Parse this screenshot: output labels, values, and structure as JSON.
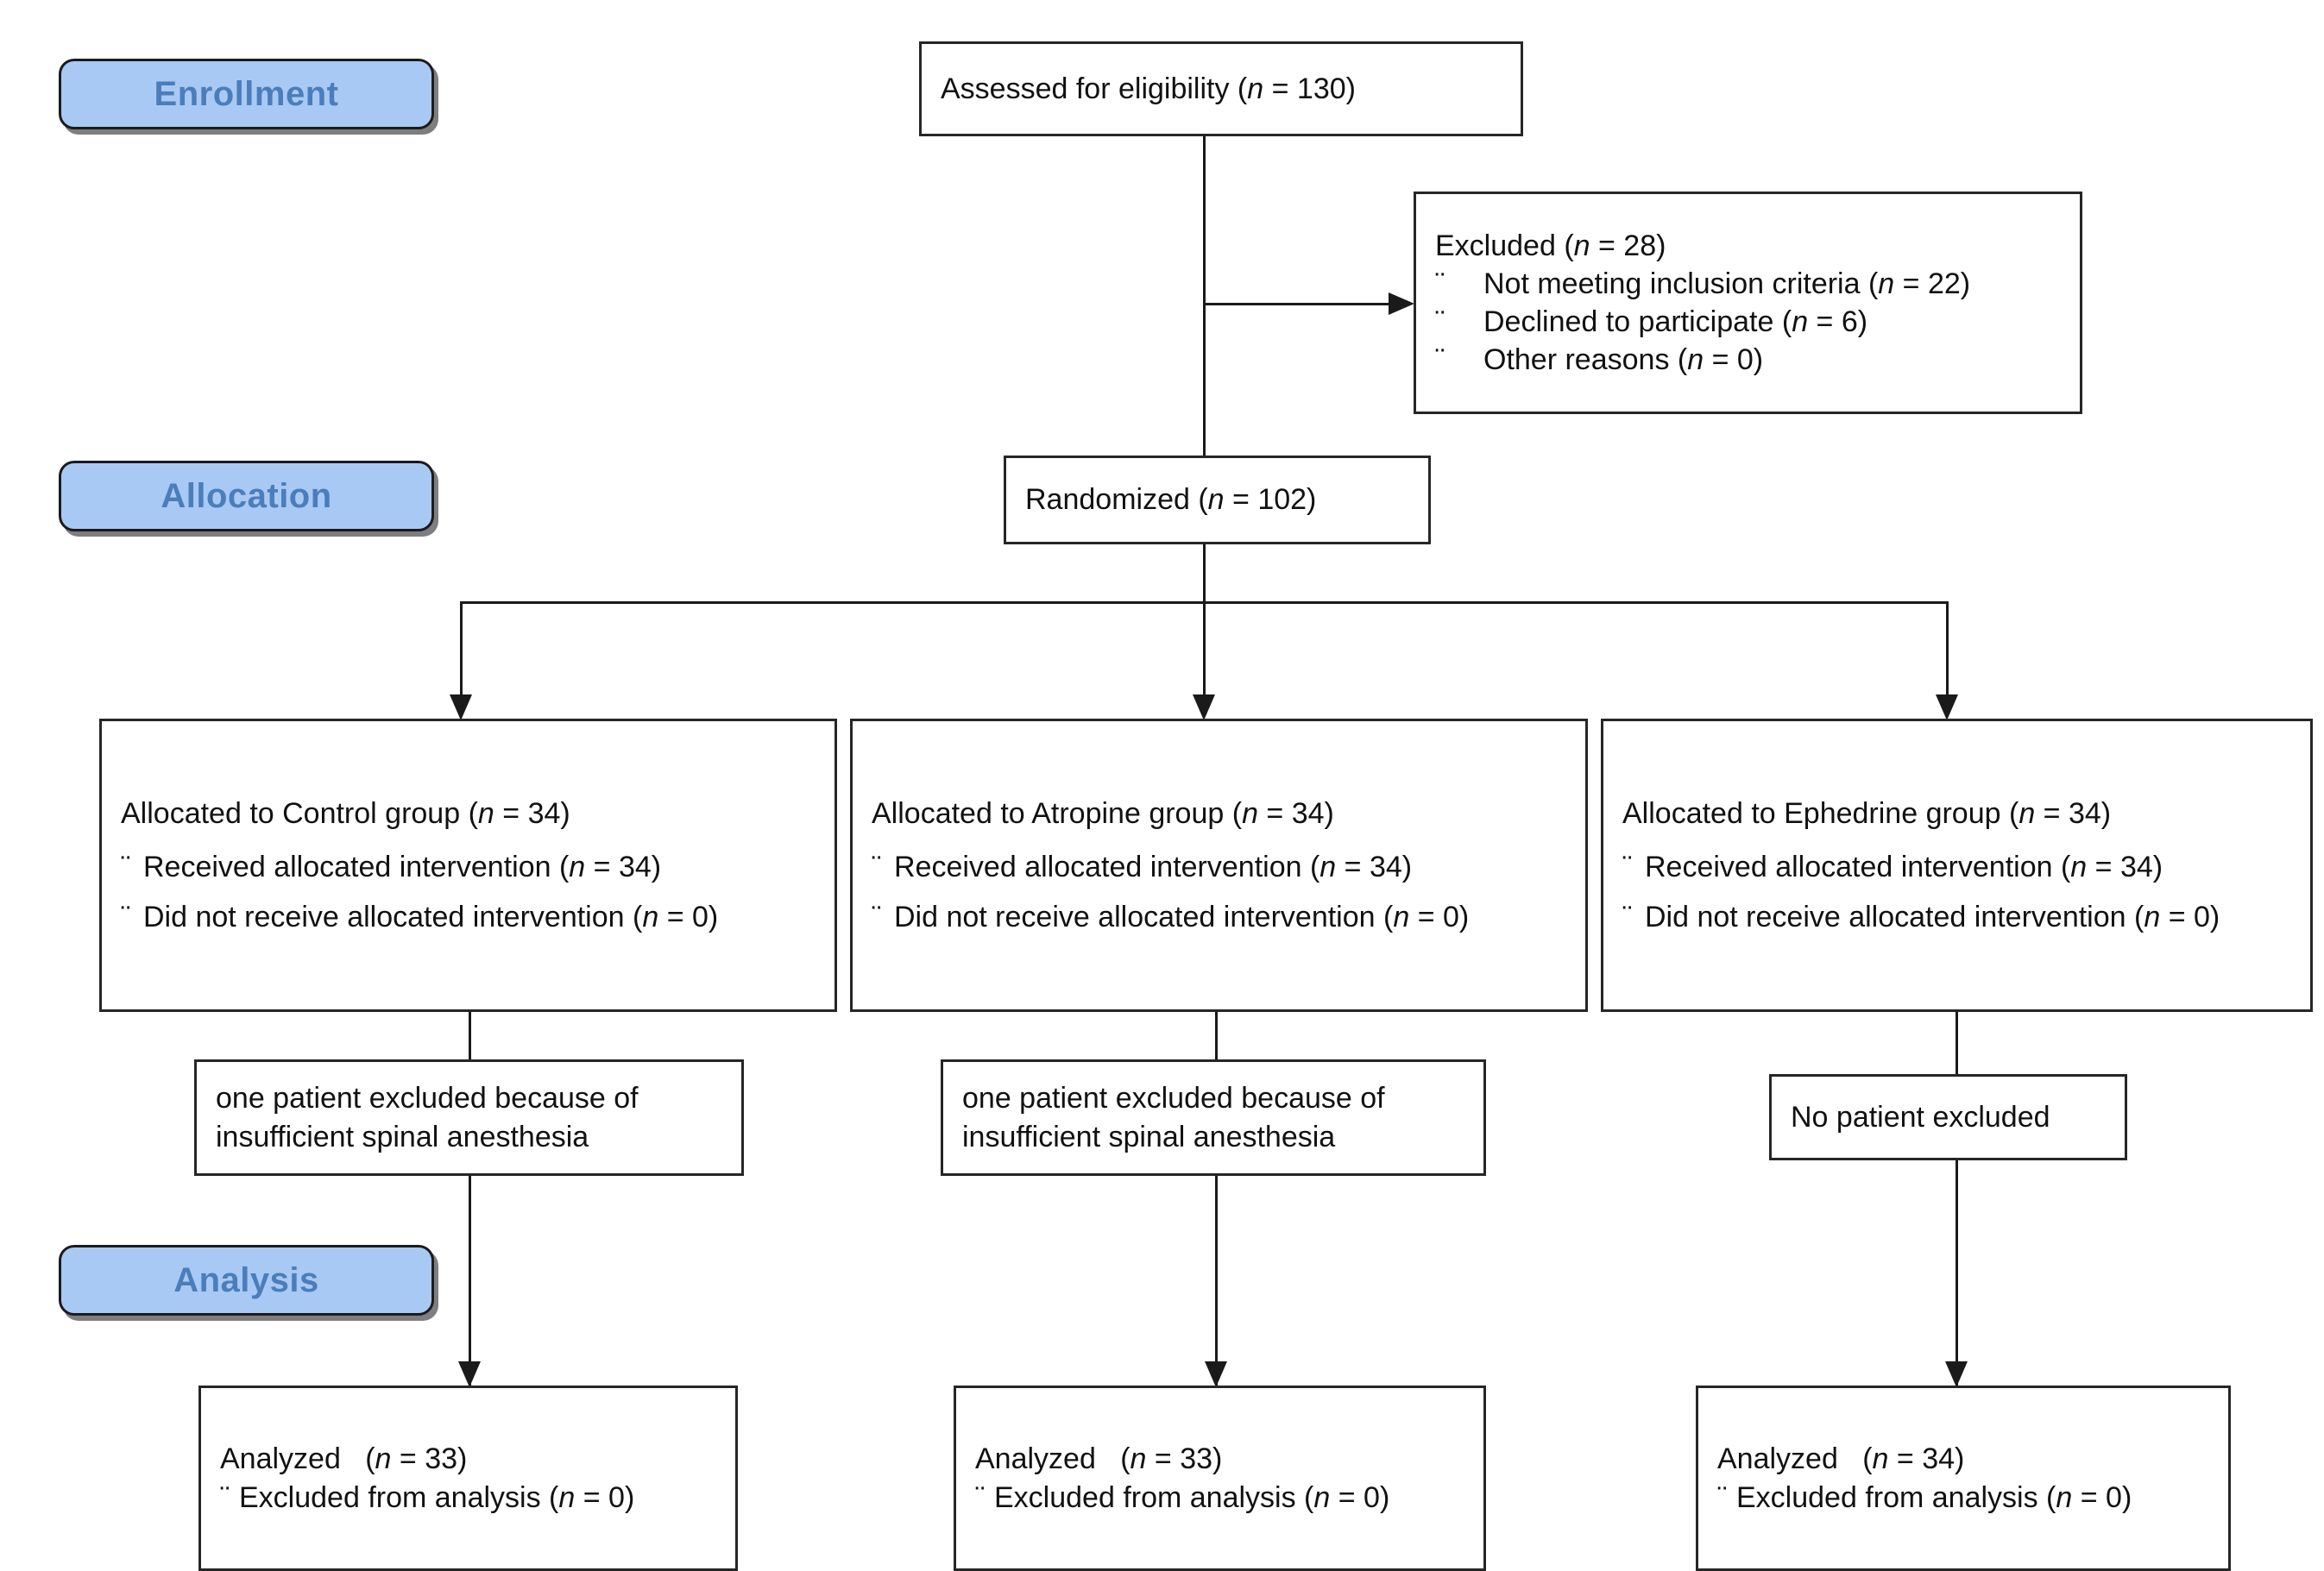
{
  "diagram": {
    "title": "CONSORT participant flow diagram",
    "accent_blue_fill": "#a9c9f5",
    "accent_blue_text": "#4a7ebb",
    "line_color": "#1a1a1a",
    "box_border": "#262626",
    "bullet_glyph": "¨"
  },
  "stages": {
    "enrollment": "Enrollment",
    "allocation": "Allocation",
    "analysis": "Analysis"
  },
  "enrollment": {
    "assessed": {
      "text_prefix": "Assessed for eligibility (",
      "n_symbol": "n",
      "text_suffix": " = 130)"
    },
    "excluded": {
      "heading_prefix": "Excluded (",
      "heading_n": "n",
      "heading_suffix": " = 28)",
      "reasons": [
        {
          "label": "Not meeting inclusion criteria (",
          "n_symbol": "n",
          "value": " = 22)"
        },
        {
          "label": "Declined to participate (",
          "n_symbol": "n",
          "value": " = 6)"
        },
        {
          "label": "Other reasons (",
          "n_symbol": "n",
          "value": " = 0)"
        }
      ]
    },
    "randomized": {
      "text_prefix": "Randomized (",
      "n_symbol": "n",
      "text_suffix": " = 102)"
    }
  },
  "allocation": {
    "groups": [
      {
        "heading_prefix": "Allocated to Control group (",
        "heading_n": "n",
        "heading_suffix": " = 34)",
        "received_prefix": "Received allocated intervention (",
        "received_n": "n",
        "received_suffix": " = 34)",
        "not_received_prefix": "Did not receive allocated intervention (",
        "not_received_n": "n",
        "not_received_suffix": " = 0)"
      },
      {
        "heading_prefix": "Allocated to Atropine group (",
        "heading_n": "n",
        "heading_suffix": " = 34)",
        "received_prefix": "Received allocated intervention (",
        "received_n": "n",
        "received_suffix": " = 34)",
        "not_received_prefix": "Did not receive allocated intervention (",
        "not_received_n": "n",
        "not_received_suffix": " = 0)"
      },
      {
        "heading_prefix": "Allocated to Ephedrine group (",
        "heading_n": "n",
        "heading_suffix": " = 34)",
        "received_prefix": "Received allocated intervention (",
        "received_n": "n",
        "received_suffix": " = 34)",
        "not_received_prefix": "Did not receive allocated intervention (",
        "not_received_n": "n",
        "not_received_suffix": " = 0)"
      }
    ]
  },
  "followup": {
    "boxes": [
      {
        "line1": "one patient excluded because of",
        "line2": "insufficient spinal anesthesia"
      },
      {
        "line1": "one patient excluded because of",
        "line2": "insufficient spinal anesthesia"
      },
      {
        "line1": "No patient excluded",
        "line2": ""
      }
    ]
  },
  "analysis": {
    "boxes": [
      {
        "analyzed_label": "Analyzed",
        "analyzed_n": "n",
        "analyzed_value": " = 33)",
        "excluded_label": "Excluded from analysis (",
        "excluded_n": "n",
        "excluded_value": " = 0)"
      },
      {
        "analyzed_label": "Analyzed",
        "analyzed_n": "n",
        "analyzed_value": " = 33)",
        "excluded_label": "Excluded from analysis (",
        "excluded_n": "n",
        "excluded_value": " = 0)"
      },
      {
        "analyzed_label": "Analyzed",
        "analyzed_n": "n",
        "analyzed_value": " = 34)",
        "excluded_label": "Excluded from analysis (",
        "excluded_n": "n",
        "excluded_value": " = 0)"
      }
    ],
    "open_paren": "("
  }
}
